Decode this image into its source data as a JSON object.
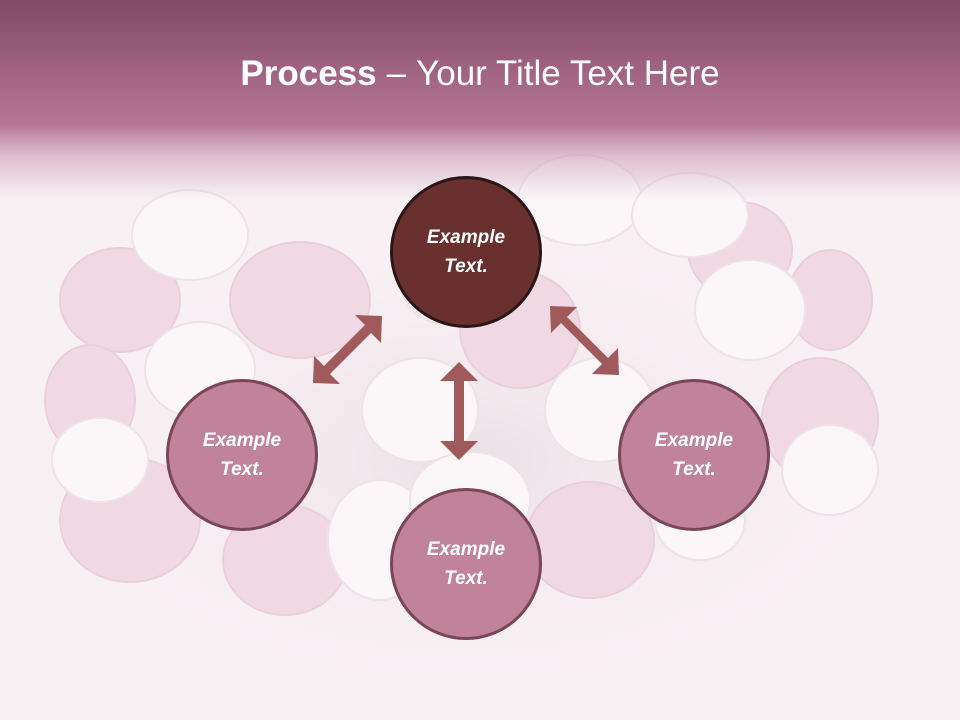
{
  "slide": {
    "title_bold": "Process",
    "title_dash": "–",
    "title_rest": "Your Title Text Here"
  },
  "nodes": [
    {
      "line1": "Example",
      "line2": "Text.",
      "style": "dark"
    },
    {
      "line1": "Example",
      "line2": "Text.",
      "style": "light"
    },
    {
      "line1": "Example",
      "line2": "Text.",
      "style": "light"
    },
    {
      "line1": "Example",
      "line2": "Text.",
      "style": "light"
    }
  ],
  "colors": {
    "header": "#9c5f7e",
    "center_circle": "#6a3030",
    "outer_circle": "#c08399",
    "arrow": "#a05a5c",
    "background": "#f8f1f4"
  }
}
